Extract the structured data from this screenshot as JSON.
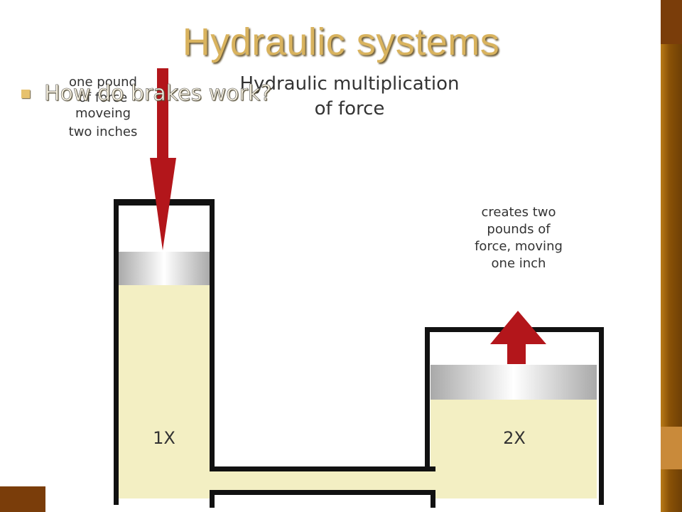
{
  "slide": {
    "title": "Hydraulic systems",
    "bullets": [
      "How do brakes work?"
    ]
  },
  "diagram": {
    "heading_line1": "Hydraulic multiplication",
    "heading_line2": "of force",
    "input_note": [
      "one pound",
      "of force",
      "moveing",
      "two inches"
    ],
    "output_note": [
      "creates two",
      "pounds of",
      "force, moving",
      "one inch"
    ],
    "left_label": "1X",
    "right_label": "2X"
  },
  "colors": {
    "title": "#d9b35e",
    "fluid": "#f3efc3",
    "arrow": "#b3161b",
    "frame": "#8a5207"
  }
}
